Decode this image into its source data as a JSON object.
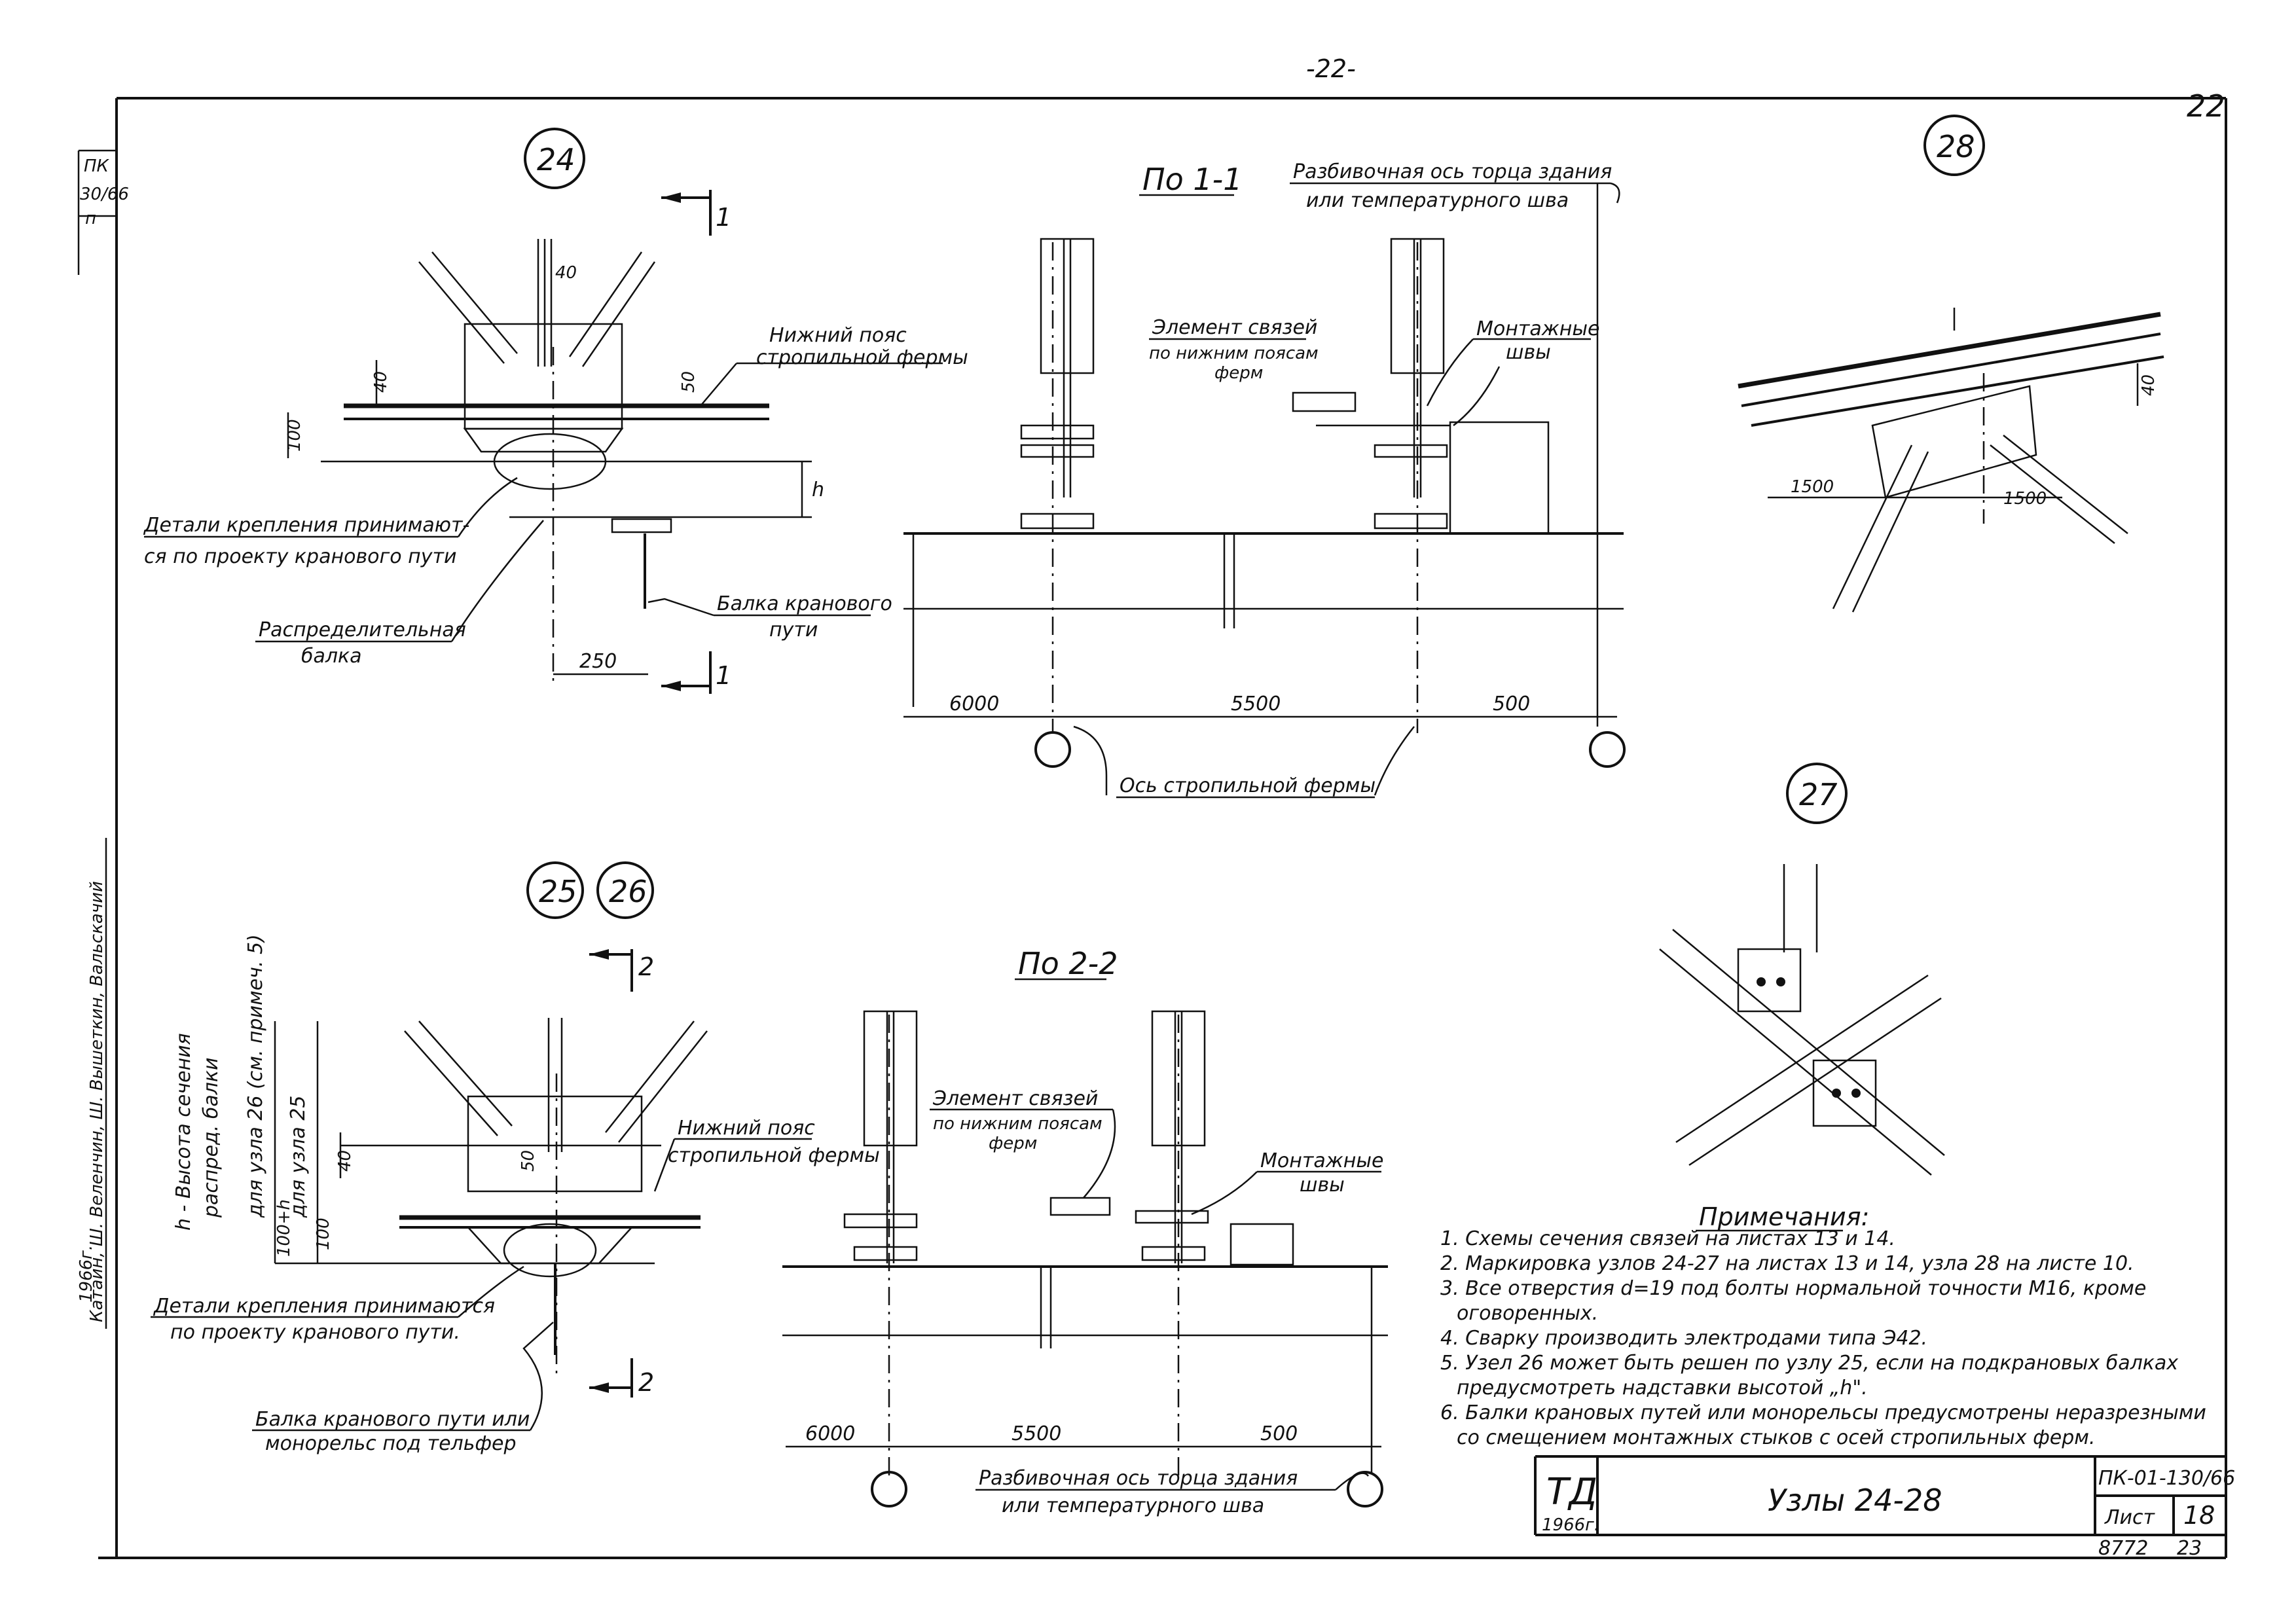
{
  "page_number": "-22-",
  "corner_number": "22",
  "left_strip": {
    "top": [
      "ПК",
      "30/66",
      "п"
    ],
    "vertical": "Катаин, Ш. Веленчин, Ш. Вышеткин, Вальскачий",
    "year": "1966г."
  },
  "nodes": {
    "n24": "24",
    "n25": "25",
    "n26": "26",
    "n27": "27",
    "n28": "28"
  },
  "section_1": {
    "title": "По 1-1",
    "cut_label": "1",
    "axis_note_line1": "Разбивочная ось торца здания",
    "axis_note_line2": "или температурного шва",
    "lower_chord_line1": "Нижний пояс",
    "lower_chord_line2": "стропильной фермы",
    "detail_line1": "Детали крепления принимают-",
    "detail_line2": "ся по проекту кранового пути",
    "dist_beam_line1": "Распределительная",
    "dist_beam_line2": "балка",
    "crane_beam_line1": "Балка кранового",
    "crane_beam_line2": "пути",
    "bracing_line1": "Элемент связей",
    "bracing_line2": "по нижним поясам",
    "bracing_line3": "ферм",
    "mount_line1": "Монтажные",
    "mount_line2": "швы",
    "truss_axis": "Ось стропильной фермы",
    "dims": {
      "d40": "40",
      "d50": "50",
      "d100": "100",
      "dh": "h",
      "d250": "250",
      "d6000": "6000",
      "d5500": "5500",
      "d500": "500"
    }
  },
  "section_2": {
    "title": "По 2-2",
    "cut_label": "2",
    "h_note_line1": "h - Высота сечения",
    "h_note_line2": "распред. балки",
    "node26_note": "для узла 26 (см. примеч. 5)",
    "node25_note": "для узла 25",
    "lower_chord_line1": "Нижний пояс",
    "lower_chord_line2": "стропильной фермы",
    "detail_line1": "Детали крепления принимаются",
    "detail_line2": "по проекту кранового пути.",
    "crane_beam_line1": "Балка кранового пути или",
    "crane_beam_line2": "монорельс под тельфер",
    "bracing_line1": "Элемент связей",
    "bracing_line2": "по нижним поясам",
    "bracing_line3": "ферм",
    "mount_line1": "Монтажные",
    "mount_line2": "швы",
    "axis_note_line1": "Разбивочная ось торца здания",
    "axis_note_line2": "или температурного шва",
    "dims": {
      "d40": "40",
      "d50": "50",
      "d100h": "100+h",
      "d100": "100",
      "d6000": "6000",
      "d5500": "5500",
      "d500": "500"
    }
  },
  "node28_dims": {
    "d1500a": "1500",
    "d1500b": "1500",
    "d40": "40"
  },
  "notes": {
    "title": "Примечания:",
    "items": [
      "1. Схемы сечения связей на листах 13 и 14.",
      "2. Маркировка узлов 24-27 на листах 13 и 14, узла 28 на листе 10.",
      "3. Все отверстия d=19 под болты нормальной точности М16, кроме",
      "оговоренных.",
      "4. Сварку производить электродами типа Э42.",
      "5. Узел 26 может быть решен по узлу 25, если на подкрановых балках",
      "предусмотреть надставки высотой „h\".",
      "6. Балки крановых путей или монорельсы предусмотрены неразрезными",
      "со смещением монтажных стыков с осей стропильных ферм."
    ]
  },
  "title_block": {
    "logo": "ТД",
    "year": "1966г.",
    "title": "Узлы 24-28",
    "code": "ПК-01-130/66",
    "sheet_label": "Лист",
    "sheet_no": "18",
    "archive_no": "8772",
    "archive_page": "23"
  }
}
